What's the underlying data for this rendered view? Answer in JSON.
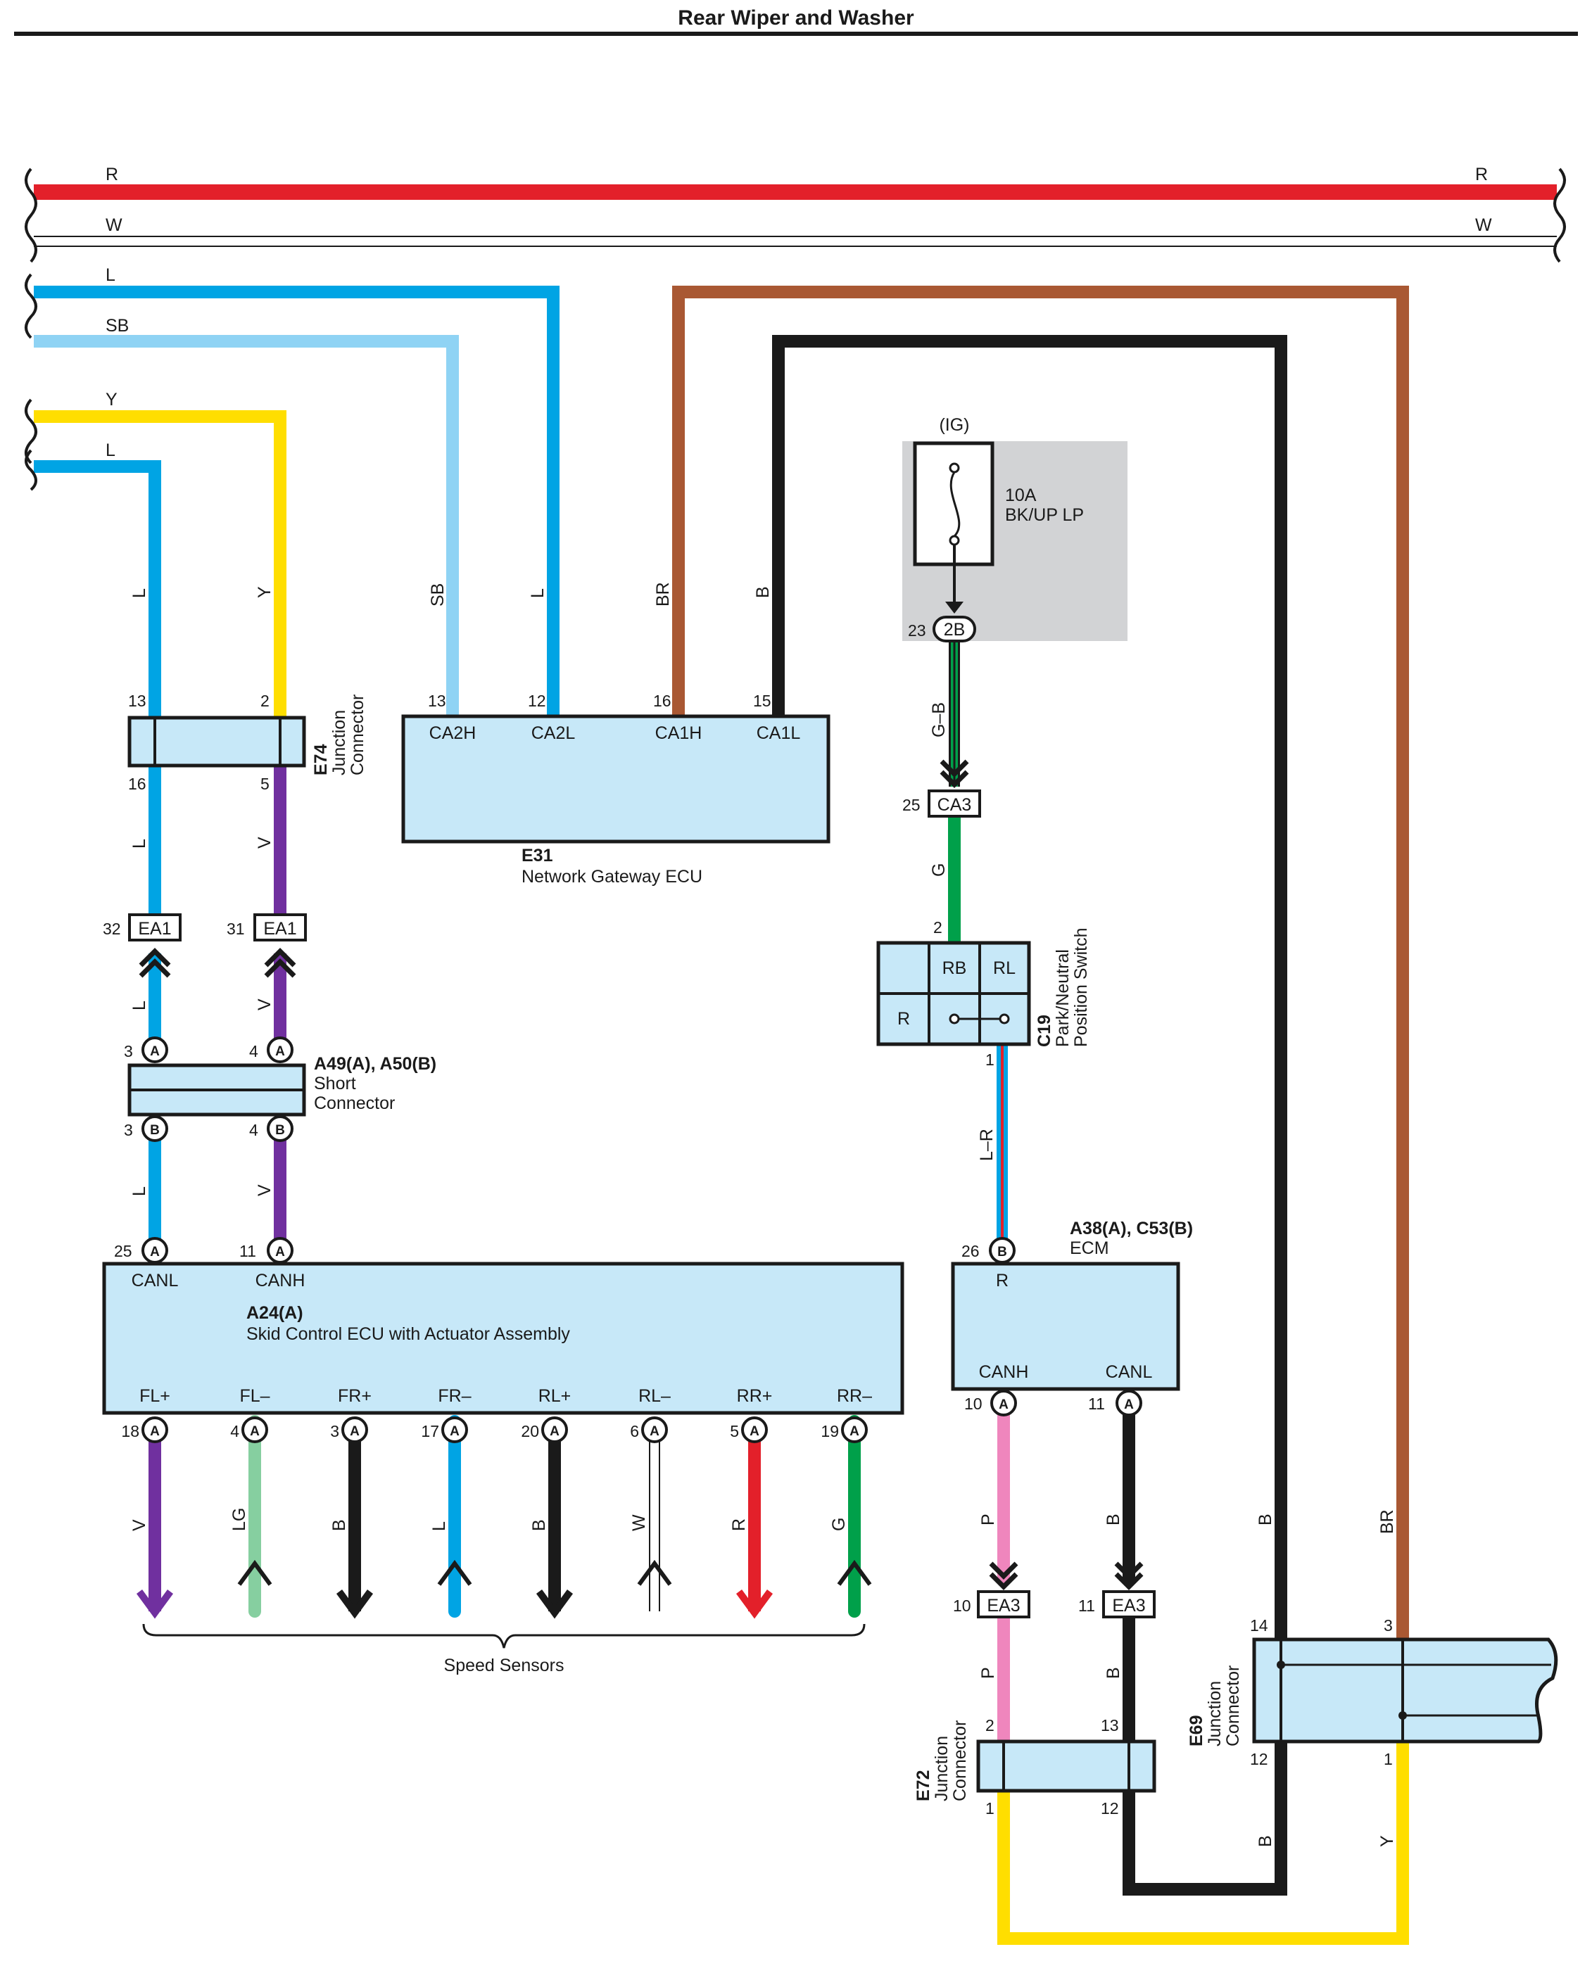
{
  "title": "Rear Wiper and Washer",
  "colors": {
    "R": "#e3202a",
    "W": "#ffffff",
    "L": "#00a4e4",
    "SB": "#8fd3f4",
    "Y": "#ffde00",
    "BR": "#a95833",
    "B": "#1a1a1a",
    "V": "#70309f",
    "G": "#00a04a",
    "LG": "#86cfa0",
    "P": "#ef86bd",
    "component_fill": "#c7e8f8",
    "relay_block_fill": "#d2d3d5"
  },
  "bus_wires": {
    "r_left": "R",
    "r_right": "R",
    "w_left": "W",
    "w_right": "W",
    "l_top": "L",
    "sb": "SB",
    "y": "Y",
    "l_low": "L"
  },
  "wire_codes": {
    "l_a": "L",
    "y_a": "Y",
    "sb": "SB",
    "l_gw": "L",
    "br": "BR",
    "b_gw": "B",
    "l_b": "L",
    "v_b": "V",
    "l_c": "L",
    "v_c": "V",
    "l_d": "L",
    "v_d": "V",
    "gb": "G–B",
    "g": "G",
    "lr": "L–R",
    "p1": "P",
    "b1": "B",
    "p2": "P",
    "b2": "B",
    "b_e69": "B",
    "br_e69": "BR",
    "b_low": "B",
    "y_low": "Y"
  },
  "e74": {
    "code": "E74",
    "name_line1": "Junction",
    "name_line2": "Connector",
    "pin_13": "13",
    "pin_2": "2",
    "pin_16": "16",
    "pin_5": "5"
  },
  "e31": {
    "code": "E31",
    "name": "Network Gateway ECU",
    "pins": [
      "13",
      "12",
      "16",
      "15"
    ],
    "terminals": [
      "CA2H",
      "CA2L",
      "CA1H",
      "CA1L"
    ]
  },
  "ea1": {
    "left_pin": "32",
    "left_label": "EA1",
    "right_pin": "31",
    "right_label": "EA1"
  },
  "short_connector": {
    "code": "A49(A), A50(B)",
    "name_line1": "Short",
    "name_line2": "Connector",
    "pin_a_left": "3",
    "pin_a_right": "4",
    "pin_b_left": "3",
    "pin_b_right": "4",
    "letter_a": "A",
    "letter_b": "B"
  },
  "skid_ecu": {
    "code": "A24(A)",
    "name": "Skid Control ECU with Actuator Assembly",
    "top_pins": [
      "25",
      "11"
    ],
    "top_terminals": [
      "CANL",
      "CANH"
    ],
    "top_letters": [
      "A",
      "A"
    ],
    "bottom_terminals": [
      "FL+",
      "FL–",
      "FR+",
      "FR–",
      "RL+",
      "RL–",
      "RR+",
      "RR–"
    ],
    "bottom_pins": [
      "18",
      "4",
      "3",
      "17",
      "20",
      "6",
      "5",
      "19"
    ],
    "bottom_letters": [
      "A",
      "A",
      "A",
      "A",
      "A",
      "A",
      "A",
      "A"
    ],
    "wire_colors": [
      "V",
      "LG",
      "B",
      "L",
      "B",
      "W",
      "R",
      "G"
    ]
  },
  "speed_sensors_label": "Speed Sensors",
  "fuse": {
    "ig": "(IG)",
    "rating": "10A",
    "name": "BK/UP LP",
    "pin": "23",
    "connector": "2B"
  },
  "ca3": {
    "pin": "25",
    "label": "CA3"
  },
  "c19": {
    "code": "C19",
    "name_line1": "Park/Neutral",
    "name_line2": "Position Switch",
    "in_pin": "2",
    "out_pin": "1",
    "cells": [
      "RB",
      "RL",
      "R"
    ]
  },
  "ecm": {
    "code": "A38(A), C53(B)",
    "name": "ECM",
    "top_pin": "26",
    "top_letter": "B",
    "top_terminal": "R",
    "bottom_terminals": [
      "CANH",
      "CANL"
    ],
    "bottom_pins": [
      "10",
      "11"
    ],
    "bottom_letters": [
      "A",
      "A"
    ]
  },
  "ea3": {
    "left_pin": "10",
    "left_label": "EA3",
    "right_pin": "11",
    "right_label": "EA3"
  },
  "e72": {
    "code": "E72",
    "name_line1": "Junction",
    "name_line2": "Connector",
    "pin_2": "2",
    "pin_13": "13",
    "pin_1": "1",
    "pin_12": "12"
  },
  "e69": {
    "code": "E69",
    "name_line1": "Junction",
    "name_line2": "Connector",
    "pin_14": "14",
    "pin_3": "3",
    "pin_12": "12",
    "pin_1": "1"
  }
}
